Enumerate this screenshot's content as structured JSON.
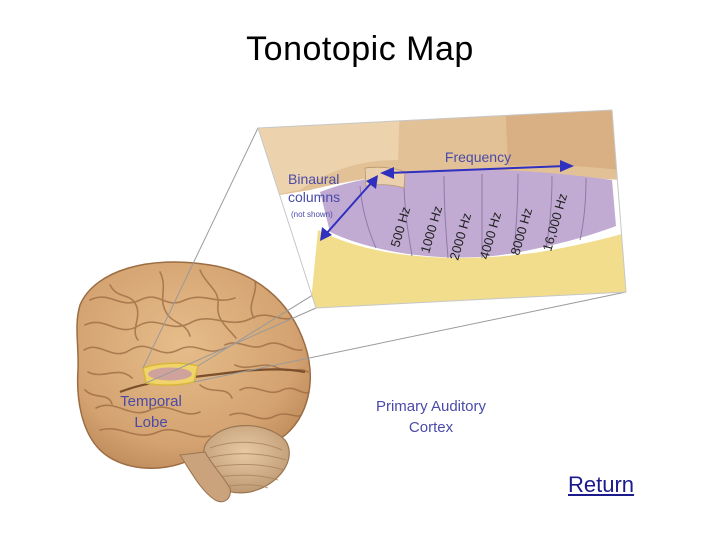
{
  "slide": {
    "title": "Tonotopic Map",
    "return_label": "Return"
  },
  "diagram": {
    "frequency_label": "Frequency",
    "binaural_label_line1": "Binaural",
    "binaural_label_line2": "columns",
    "binaural_note": "(not shown)",
    "frequency_bands": [
      "500 Hz",
      "1000 Hz",
      "2000 Hz",
      "4000 Hz",
      "8000 Hz",
      "16,000 Hz"
    ],
    "temporal_lobe_line1": "Temporal",
    "temporal_lobe_line2": "Lobe",
    "auditory_cortex_line1": "Primary Auditory",
    "auditory_cortex_line2": "Cortex",
    "colors": {
      "label_blue": "#4a4aa8",
      "arrow_blue": "#2f2fc0",
      "cortex_purple": "#c1abd3",
      "tissue_yellow": "#f1dd8c",
      "brain_tan": "#d6a874"
    }
  }
}
